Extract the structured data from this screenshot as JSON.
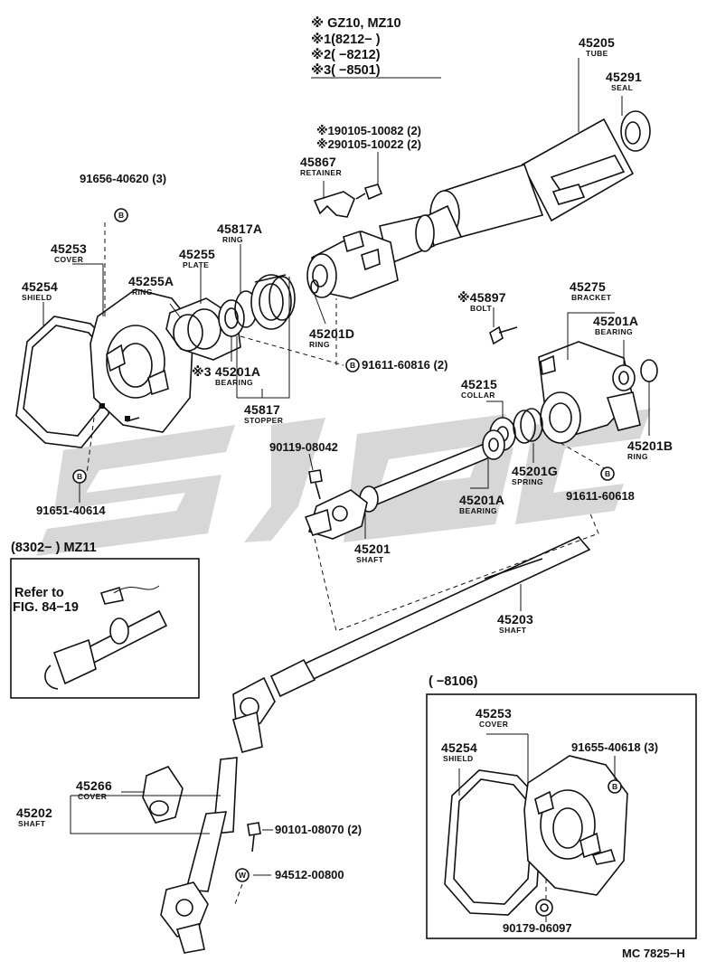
{
  "header": {
    "line1": "※ GZ10, MZ10",
    "line2": "※1(8212−      )",
    "line3": "※2(      −8212)",
    "line4": "※3(      −8501)"
  },
  "parts": [
    {
      "id": "p45205",
      "num": "45205",
      "name": "TUBE"
    },
    {
      "id": "p45291",
      "num": "45291",
      "name": "SEAL"
    },
    {
      "id": "n190105",
      "text": "※190105-10082 (2)"
    },
    {
      "id": "n290105",
      "text": "※290105-10022 (2)"
    },
    {
      "id": "p45867",
      "num": "45867",
      "name": "RETAINER"
    },
    {
      "id": "n91656",
      "text": "91656-40620 (3)"
    },
    {
      "id": "p45817a",
      "num": "45817A",
      "name": "RING"
    },
    {
      "id": "p45253",
      "num": "45253",
      "name": "COVER"
    },
    {
      "id": "p45255",
      "num": "45255",
      "name": "PLATE"
    },
    {
      "id": "p45254",
      "num": "45254",
      "name": "SHIELD"
    },
    {
      "id": "p45255a",
      "num": "45255A",
      "name": "RING"
    },
    {
      "id": "p45201d",
      "num": "45201D",
      "name": "RING"
    },
    {
      "id": "p45897",
      "num": "※45897",
      "name": "BOLT"
    },
    {
      "id": "p45275",
      "num": "45275",
      "name": "BRACKET"
    },
    {
      "id": "p45201a_top",
      "num": "45201A",
      "name": "BEARING"
    },
    {
      "id": "p45201a_left",
      "num": "※3 45201A",
      "name": "BEARING"
    },
    {
      "id": "n91611_816",
      "text": "91611-60816 (2)"
    },
    {
      "id": "p45817",
      "num": "45817",
      "name": "STOPPER"
    },
    {
      "id": "p45215",
      "num": "45215",
      "name": "COLLAR"
    },
    {
      "id": "n90119",
      "text": "90119-08042"
    },
    {
      "id": "p45201g",
      "num": "45201G",
      "name": "SPRING"
    },
    {
      "id": "p45201b",
      "num": "45201B",
      "name": "RING"
    },
    {
      "id": "n91611_618",
      "text": "91611-60618"
    },
    {
      "id": "p45201a_mid",
      "num": "45201A",
      "name": "BEARING"
    },
    {
      "id": "n91651",
      "text": "91651-40614"
    },
    {
      "id": "p45201",
      "num": "45201",
      "name": "SHAFT"
    },
    {
      "id": "p45203",
      "num": "45203",
      "name": "SHAFT"
    },
    {
      "id": "p45266",
      "num": "45266",
      "name": "COVER"
    },
    {
      "id": "p45202",
      "num": "45202",
      "name": "SHAFT"
    },
    {
      "id": "n90101",
      "text": "90101-08070 (2)"
    },
    {
      "id": "n94512",
      "text": "94512-00800"
    },
    {
      "id": "p45253_b",
      "num": "45253",
      "name": "COVER"
    },
    {
      "id": "p45254_b",
      "num": "45254",
      "name": "SHIELD"
    },
    {
      "id": "n91655",
      "text": "91655-40618 (3)"
    },
    {
      "id": "n90179",
      "text": "90179-06097"
    }
  ],
  "inset_left": {
    "title": "(8302−        ) MZ11",
    "refer_line1": "Refer to",
    "refer_line2": "FIG. 84−19"
  },
  "inset_right": {
    "title": "(        −8106)"
  },
  "markers": {
    "b": "B",
    "w": "W"
  },
  "figure_code": "MC 7825−H"
}
